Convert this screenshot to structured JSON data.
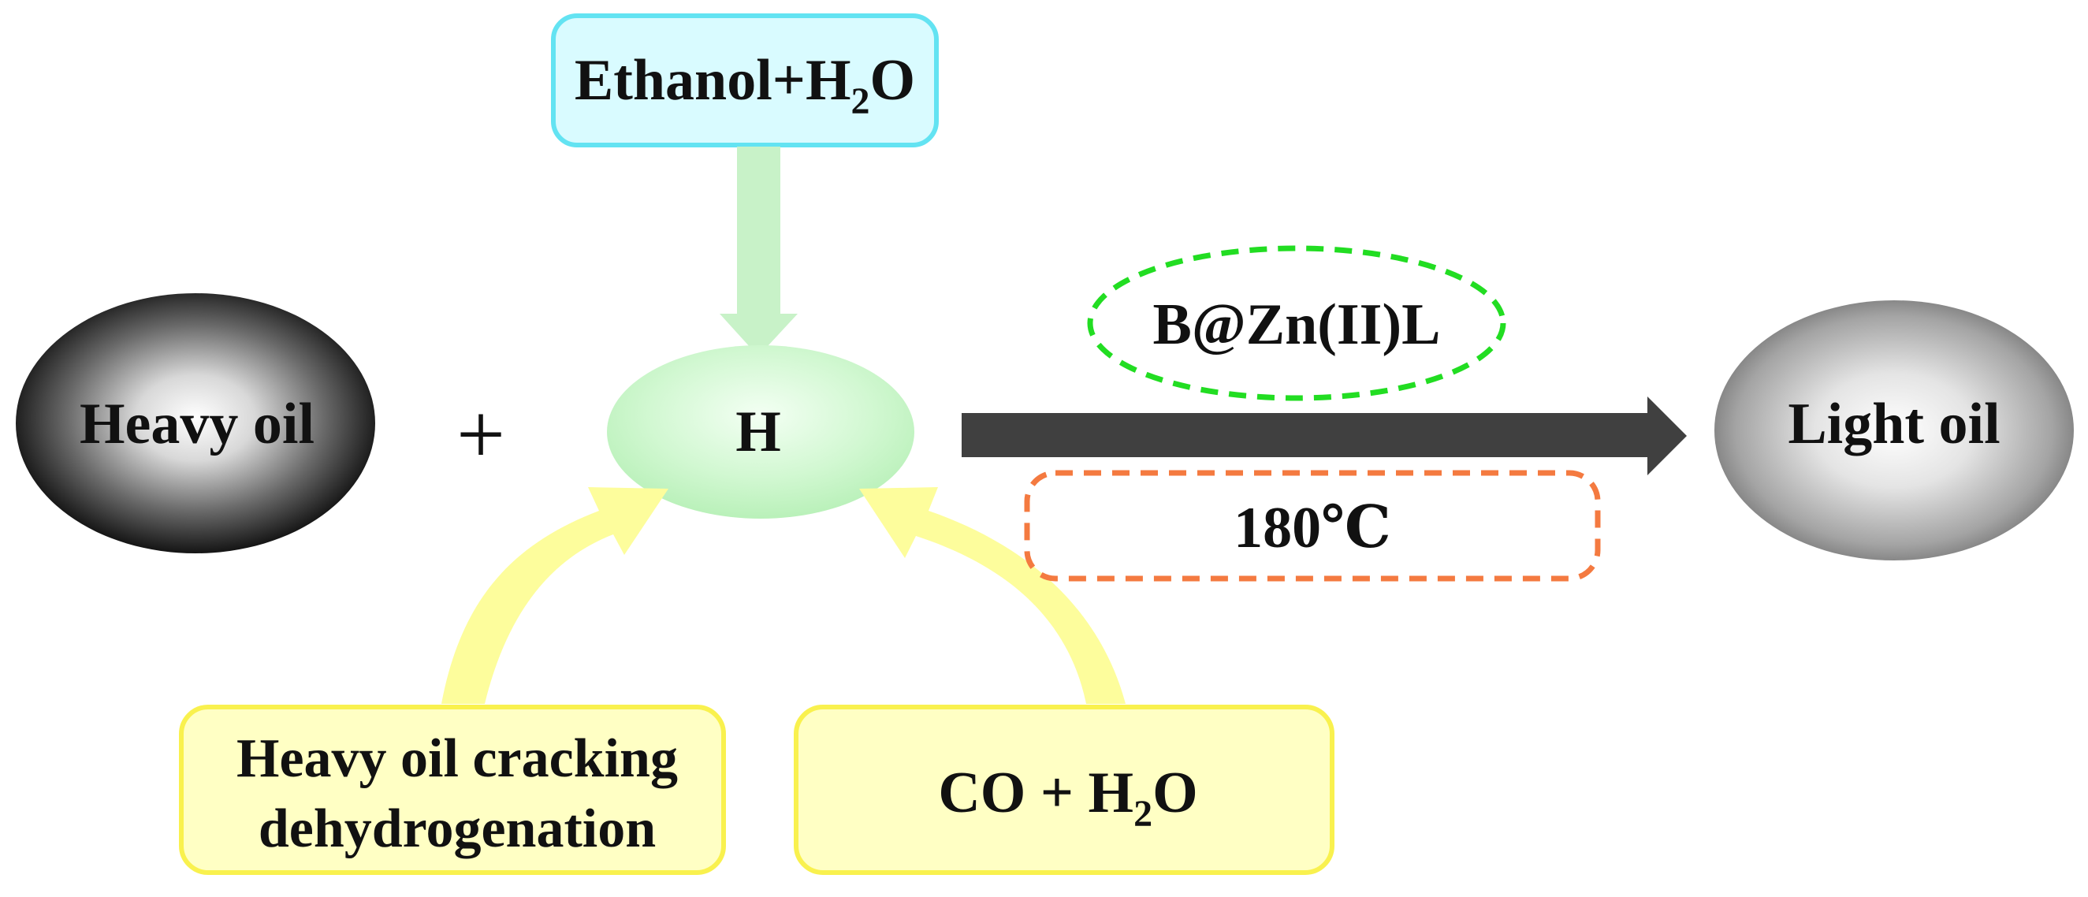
{
  "diagram": {
    "nodes": {
      "heavy_oil": "Heavy oil",
      "plus": "+",
      "hydrogen": "H",
      "light_oil": "Light oil",
      "ethanol_water": {
        "main": "Ethanol+H",
        "sub": "2",
        "tail": "O"
      },
      "cracking": {
        "line1": "Heavy oil cracking",
        "line2": "dehydrogenation"
      },
      "co_water": {
        "main": "CO + H",
        "sub": "2",
        "tail": "O"
      }
    },
    "conditions": {
      "catalyst": "B@Zn(II)L",
      "temperature": "180℃"
    },
    "colors": {
      "ethanol_box_fill": "#d9fbff",
      "ethanol_box_stroke": "#63e3f2",
      "green_arrow": "#c8f2c8",
      "hydrogen_fill": "#c6f6c6",
      "yellow_box_fill": "#ffffc4",
      "yellow_box_stroke": "#f9f14e",
      "yellow_arrow": "#fdfd9c",
      "main_arrow": "#404040",
      "catalyst_border": "#22dd22",
      "temperature_border": "#f47a40"
    }
  }
}
